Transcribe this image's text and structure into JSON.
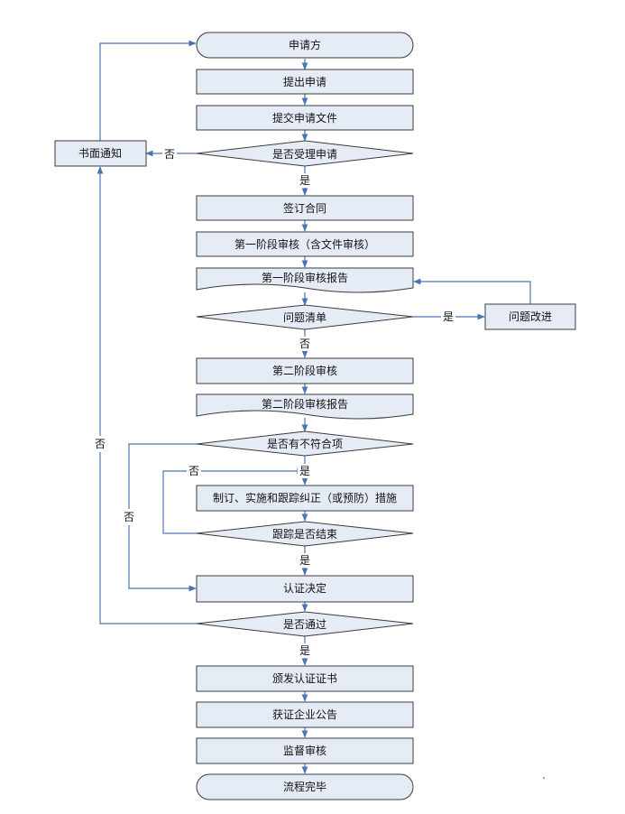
{
  "nodes": {
    "start": "申请方",
    "submit_application": "提出申请",
    "submit_documents": "提交申请文件",
    "accept_decision": "是否受理申请",
    "written_notice": "书面通知",
    "sign_contract": "签订合同",
    "stage1_review": "第一阶段审核（含文件审核）",
    "stage1_report": "第一阶段审核报告",
    "issue_list": "问题清单",
    "issue_improvement": "问题改进",
    "stage2_review": "第二阶段审核",
    "stage2_report": "第二阶段审核报告",
    "nonconformity_decision": "是否有不符合项",
    "corrective_actions": "制订、实施和跟踪纠正（或预防）措施",
    "tracking_end_decision": "跟踪是否结束",
    "certification_decision": "认证决定",
    "pass_decision": "是否通过",
    "issue_certificate": "颁发认证证书",
    "enterprise_announcement": "获证企业公告",
    "supervision_audit": "监督审核",
    "end": "流程完毕"
  },
  "edge_labels": {
    "accept_no": "否",
    "accept_yes": "是",
    "issue_list_yes": "是",
    "issue_list_no": "否",
    "pass_no": "否",
    "nonconformity_no": "否",
    "nonconformity_yes": "是",
    "tracking_no": "否",
    "tracking_yes": "是",
    "pass_yes": "是"
  }
}
